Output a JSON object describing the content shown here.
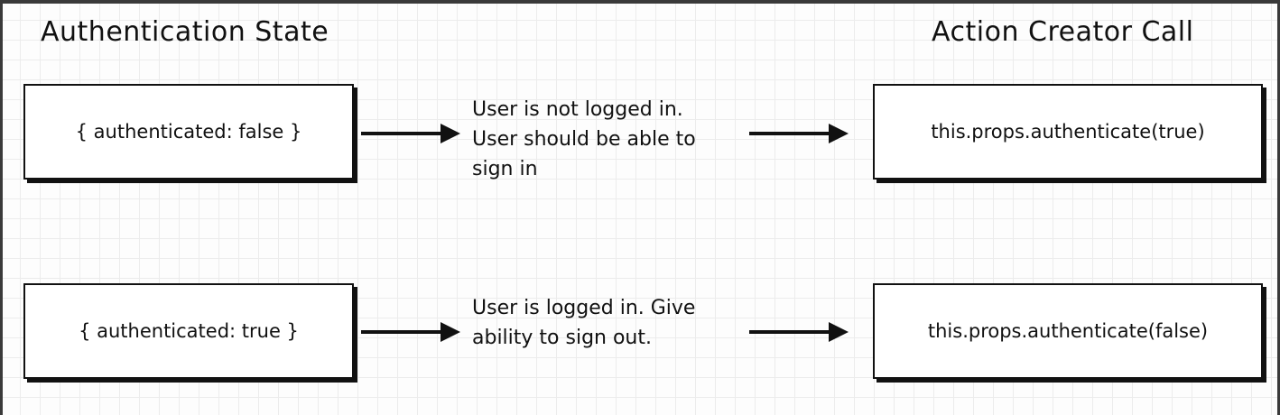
{
  "headings": {
    "left": "Authentication State",
    "right": "Action Creator Call"
  },
  "rows": [
    {
      "state": "{ authenticated: false }",
      "description": [
        "User is not logged in.",
        "User should be able to",
        "sign in"
      ],
      "action": "this.props.authenticate(true)"
    },
    {
      "state": "{ authenticated: true }",
      "description": [
        "User is logged in.  Give",
        "ability to sign out."
      ],
      "action": "this.props.authenticate(false)"
    }
  ]
}
